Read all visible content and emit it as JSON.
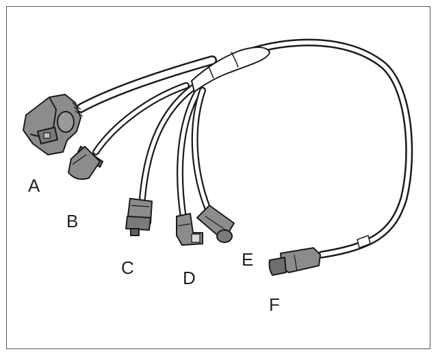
{
  "labels": {
    "a": "A",
    "b": "B",
    "c": "C",
    "d": "D",
    "e": "E",
    "f": "F"
  },
  "colors": {
    "outline": "#1a1a1a",
    "cable_fill": "#ffffff",
    "connector_fill": "#8c8c8c",
    "connector_dark": "#5e5e5e",
    "border": "#555555"
  }
}
